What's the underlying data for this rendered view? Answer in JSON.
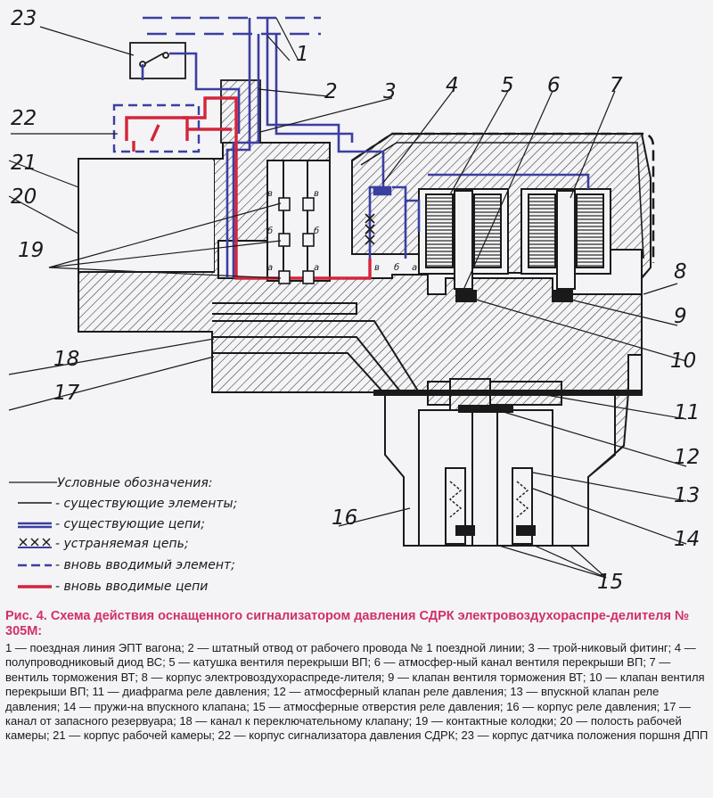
{
  "callouts": [
    "1",
    "2",
    "3",
    "4",
    "5",
    "6",
    "7",
    "8",
    "9",
    "10",
    "11",
    "12",
    "13",
    "14",
    "15",
    "16",
    "17",
    "18",
    "19",
    "20",
    "21",
    "22",
    "23"
  ],
  "contact_letters": [
    "в",
    "б",
    "а"
  ],
  "legend": {
    "heading": "Условные обозначения:",
    "items": [
      "- существующие элементы;",
      "- существующие цепи;",
      "- устраняемая цепь;",
      "- вновь вводимый элемент;",
      "- вновь вводимые цепи"
    ]
  },
  "caption": {
    "title": "Рис. 4. Схема действия оснащенного сигнализатором давления СДРК электровоздухораспре-делителя № 305М:",
    "body": "1 — поездная линия ЭПТ вагона; 2 — штатный отвод от рабочего провода № 1 поездной линии; 3 — трой-никовый фитинг; 4 — полупроводниковый диод ВС; 5 — катушка вентиля перекрыши ВП; 6 — атмосфер-ный канал вентиля перекрыши ВП; 7 — вентиль торможения ВТ; 8 — корпус электровоздухораспреде-лителя; 9 — клапан вентиля торможения ВТ; 10 — клапан вентиля перекрыши ВП; 11 — диафрагма реле давления; 12 — атмосферный клапан реле давления; 13 — впускной клапан реле давления; 14 — пружи-на впускного клапана; 15 — атмосферные отверстия реле давления; 16 — корпус реле давления; 17 — канал от запасного резервуара; 18 — канал к переключательному клапану; 19 — контактные колодки; 20 — полость рабочей камеры; 21 — корпус рабочей камеры; 22 — корпус сигнализатора давления СДРК; 23 — корпус датчика положения поршня ДПП"
  },
  "colors": {
    "existing_circuit": "#3b3fa0",
    "new_circuit": "#d4243a",
    "caption_title": "#d0306a",
    "line": "#1a1a1a"
  }
}
